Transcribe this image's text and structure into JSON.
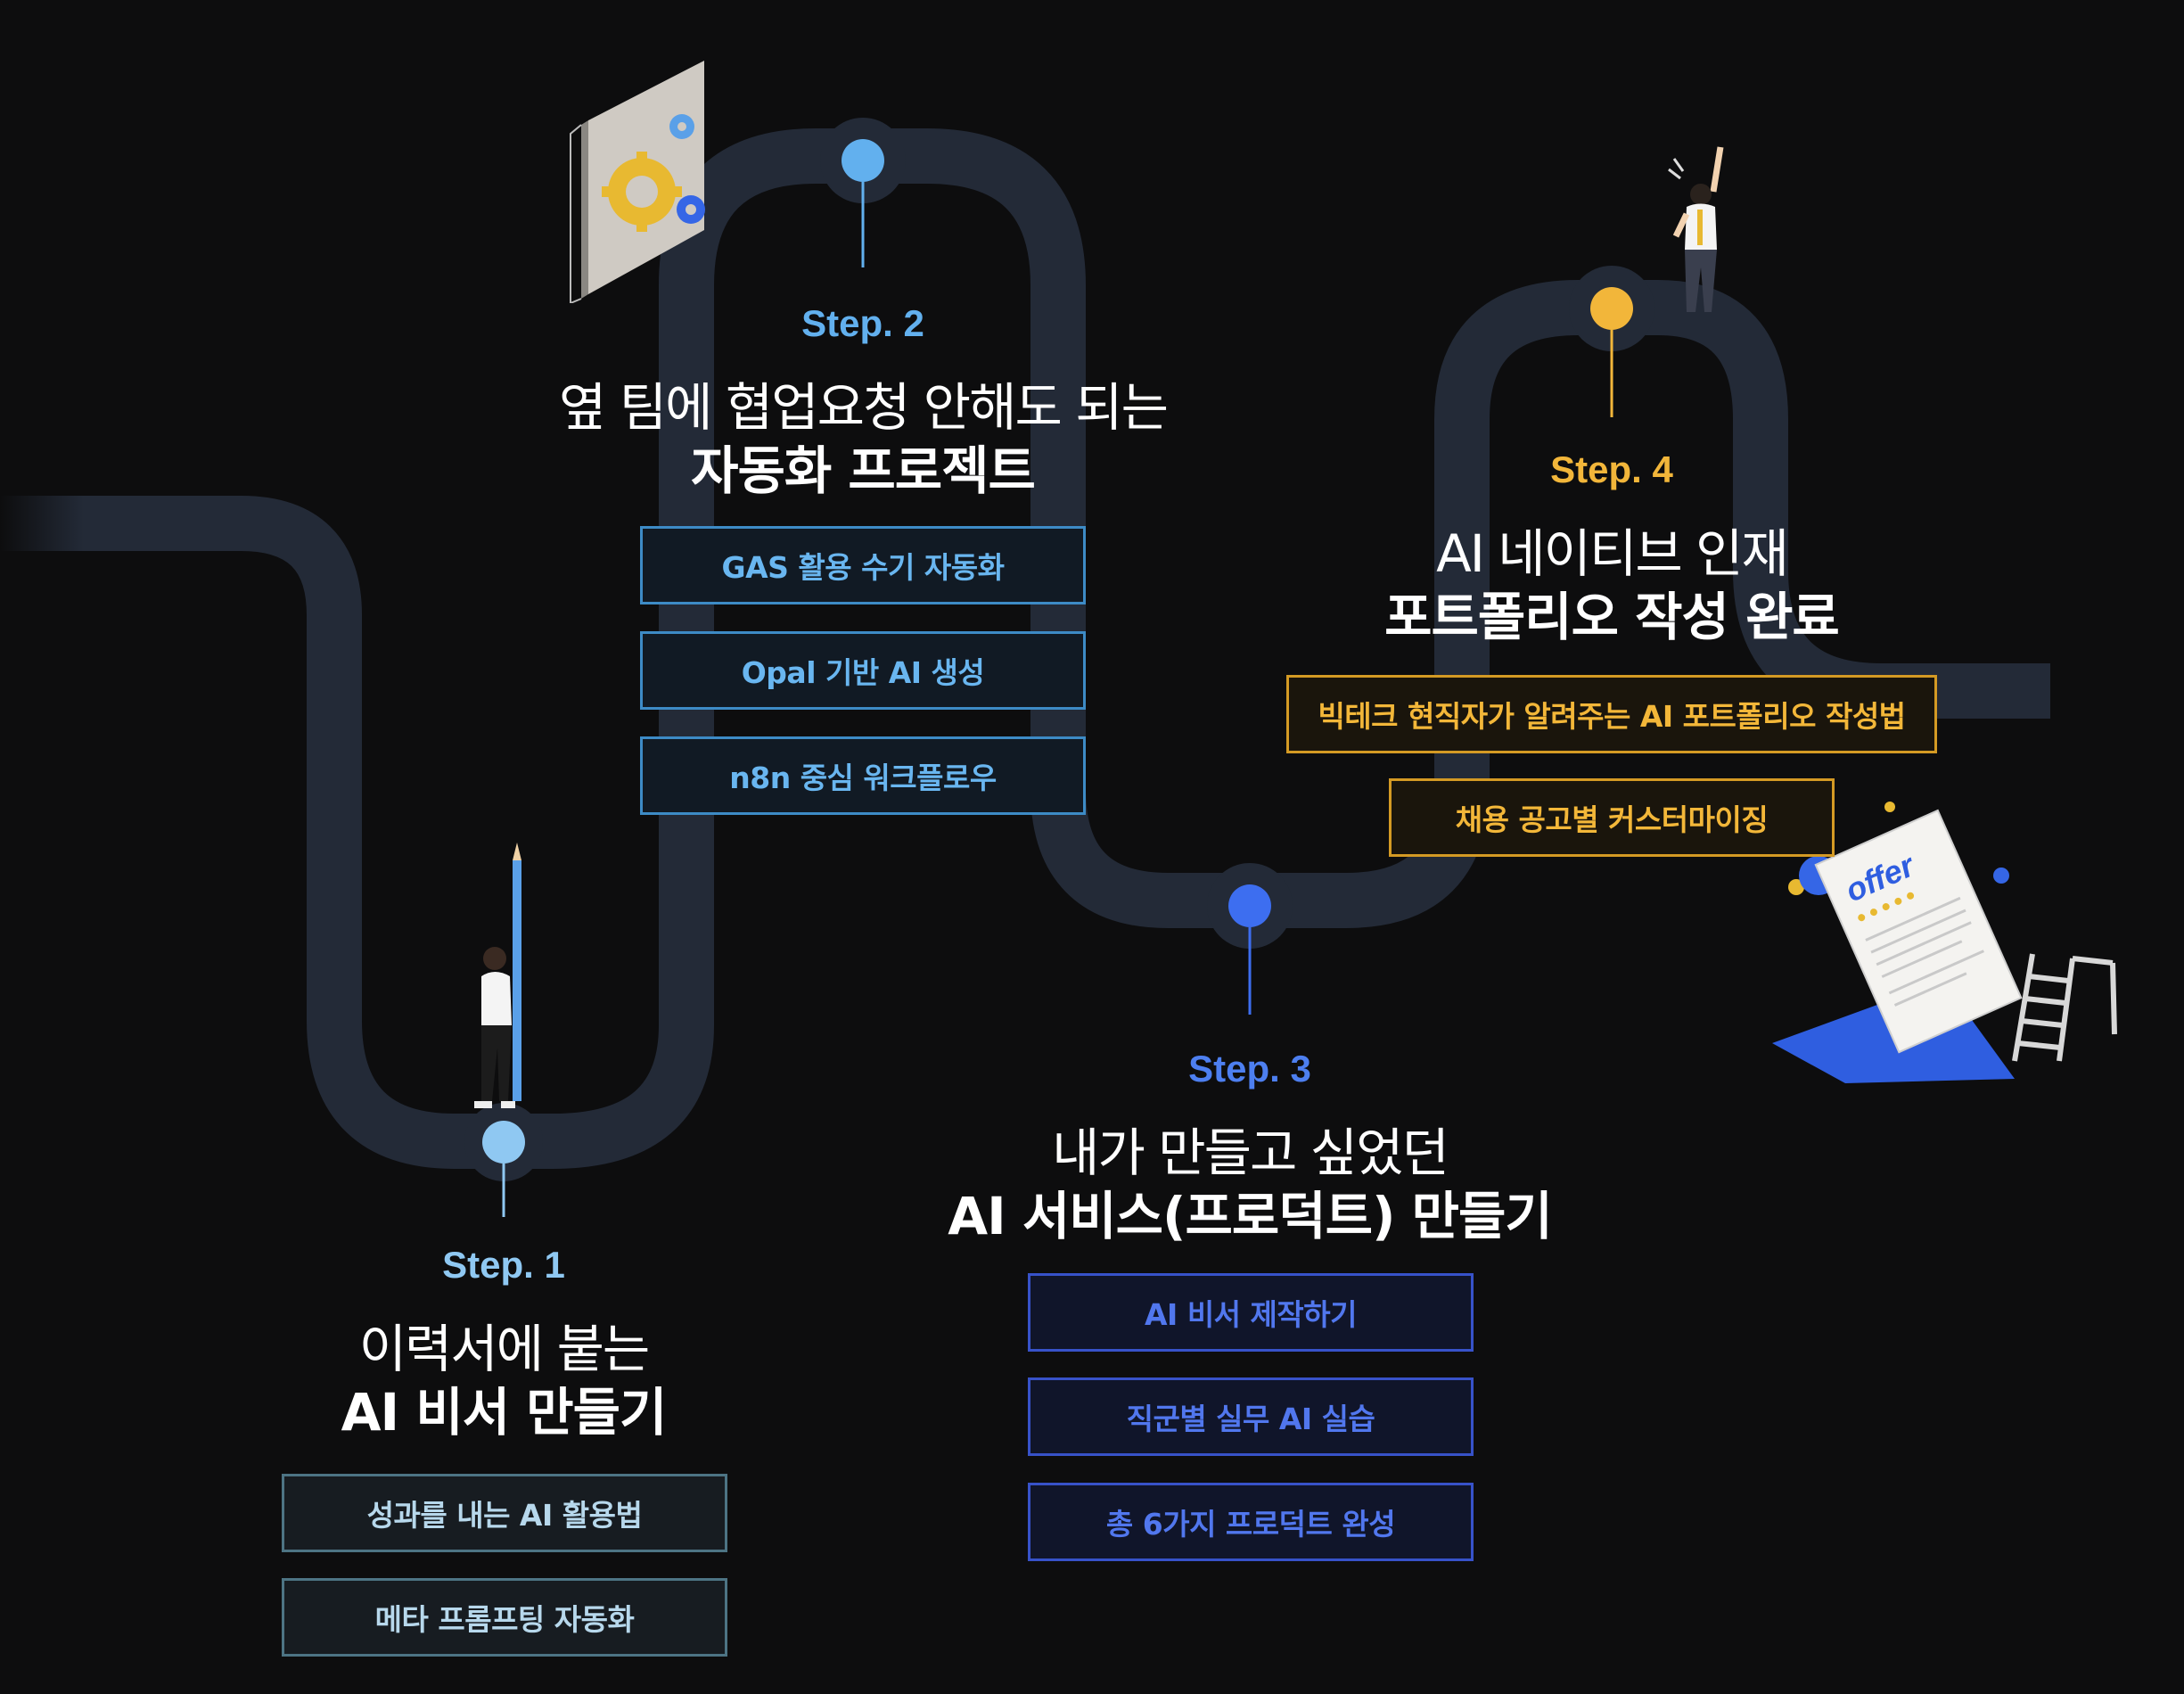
{
  "colors": {
    "background": "#0d0d0e",
    "road": "#232a37",
    "step1": "#8fc8f2",
    "step2": "#62b0ee",
    "step3": "#4d7ff0",
    "step4": "#f2b63a"
  },
  "steps": [
    {
      "label": "Step. 1",
      "title_line1": "이력서에 붙는",
      "title_line2": "AI 비서 만들기",
      "tags": [
        "성과를 내는 AI 활용법",
        "메타 프롬프팅 자동화"
      ]
    },
    {
      "label": "Step. 2",
      "title_line1": "옆 팀에 협업요청 안해도 되는",
      "title_line2": "자동화 프로젝트",
      "tags": [
        "GAS 활용 수기 자동화",
        "Opal 기반 AI 생성",
        "n8n 중심 워크플로우"
      ]
    },
    {
      "label": "Step. 3",
      "title_line1": "내가 만들고 싶었던",
      "title_line2": "AI 서비스(프로덕트) 만들기",
      "tags": [
        "AI 비서 제작하기",
        "직군별 실무 AI 실습",
        "총 6가지 프로덕트 완성"
      ]
    },
    {
      "label": "Step. 4",
      "title_line1": "AI 네이티브 인재",
      "title_line2": "포트폴리오 작성 완료",
      "tags": [
        "빅테크 현직자가 알려주는 AI 포트폴리오 작성법",
        "채용 공고별 커스터마이징"
      ]
    }
  ],
  "illustrations": {
    "offer_document": "offer",
    "person_pencil": "person-with-pencil",
    "gears": "gear-document",
    "person_cheering": "cheering-person",
    "ladder": "ladder"
  }
}
